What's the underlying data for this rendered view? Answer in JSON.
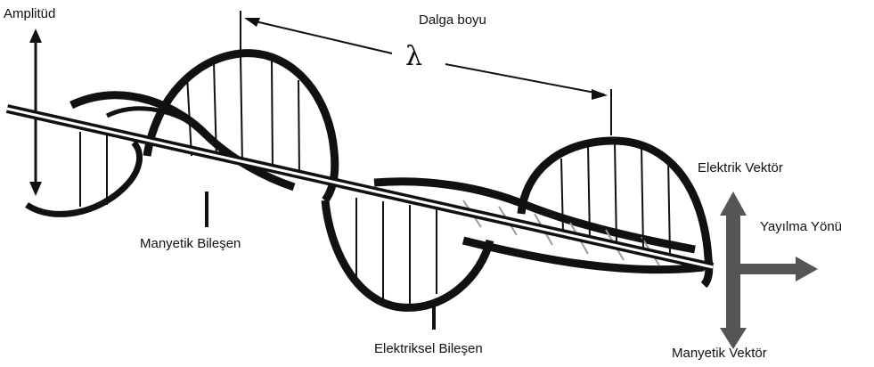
{
  "labels": {
    "amplitude": "Amplitüd",
    "wavelength": "Dalga boyu",
    "lambda": "λ",
    "magnetic_component": "Manyetik Bileşen",
    "electric_component": "Elektriksel Bileşen",
    "electric_vector": "Elektrik Vektör",
    "propagation_direction": "Yayılma Yönü",
    "magnetic_vector": "Manyetik Vektör"
  },
  "colors": {
    "ink": "#111111",
    "arrow_gray": "#555555",
    "hatch": "#9a9a9a",
    "background": "#ffffff"
  }
}
